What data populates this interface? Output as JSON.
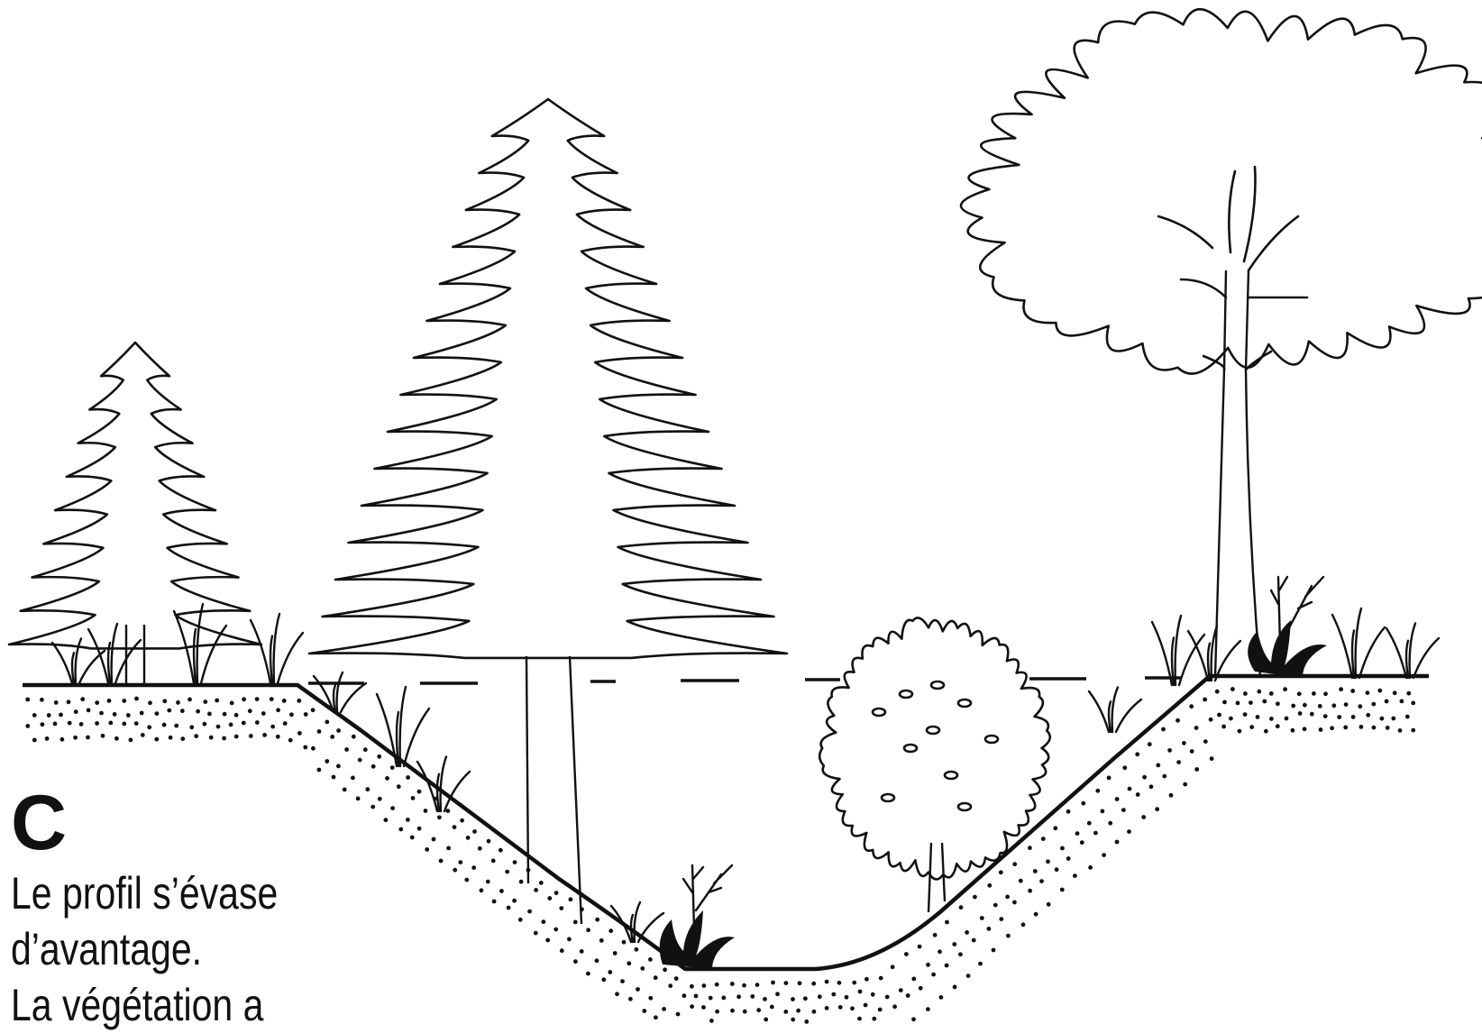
{
  "figure": {
    "panel_letter": "C",
    "caption_lines": [
      "Le profil s’évase",
      "d’avantage.",
      "La végétation a"
    ]
  },
  "colors": {
    "ink": "#111111",
    "background": "#ffffff"
  },
  "icons": {
    "small_conifer": "small-conifer-icon",
    "tall_conifer": "tall-conifer-icon",
    "shrub": "shrub-icon",
    "broadleaf_tree": "broadleaf-tree-icon",
    "seedling": "seedling-icon",
    "grass": "grass-icon"
  }
}
